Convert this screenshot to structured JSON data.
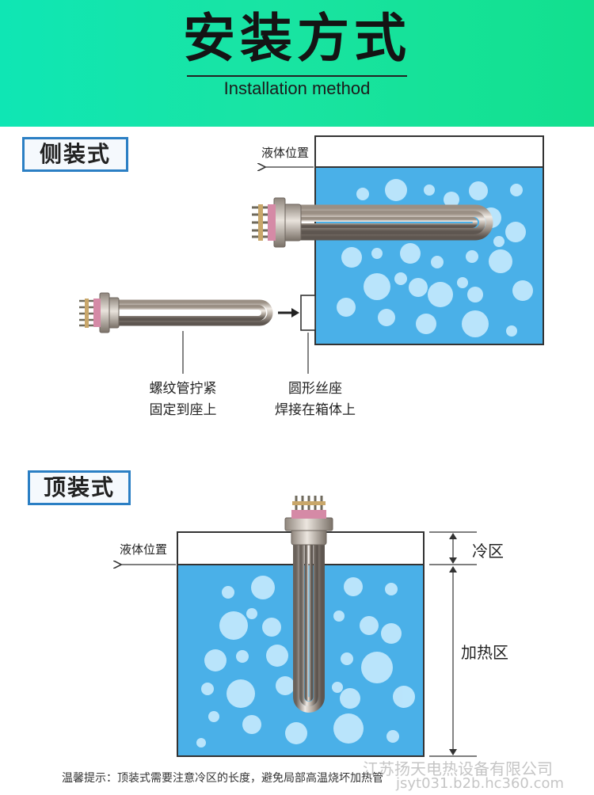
{
  "header": {
    "title": "安装方式",
    "subtitle": "Installation method"
  },
  "side_mount": {
    "heading": "侧装式",
    "liquid_level_label": "液体位置",
    "note_left_line1": "螺纹管拧紧",
    "note_left_line2": "固定到座上",
    "note_right_line1": "圆形丝座",
    "note_right_line2": "焊接在箱体上"
  },
  "top_mount": {
    "heading": "顶装式",
    "liquid_level_label": "液体位置",
    "cold_zone_label": "冷区",
    "heating_zone_label": "加热区"
  },
  "footer": {
    "tip": "温馨提示：顶装式需要注意冷区的长度，避免局部高温烧坏加热管"
  },
  "watermark": {
    "line1": "江苏扬天电热设备有限公司",
    "line2": "jsyt031.b2b.hc360.com"
  },
  "colors": {
    "banner": "#14e39c",
    "section_border": "#2b7fc4",
    "water": "#4ab0e8",
    "bubble": "#cdeeff"
  }
}
